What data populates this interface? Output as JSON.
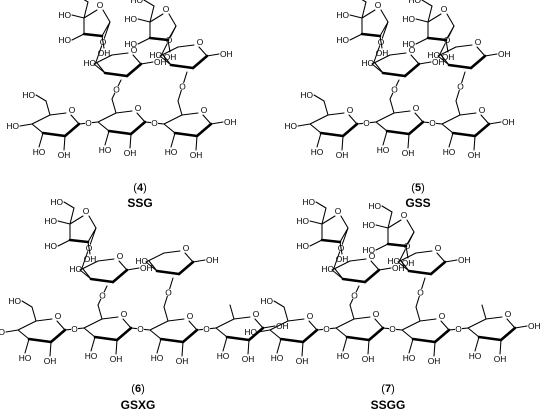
{
  "compounds": [
    {
      "number": "4",
      "name": "SSG"
    },
    {
      "number": "5",
      "name": "GSS"
    },
    {
      "number": "6",
      "name": "GSXG"
    },
    {
      "number": "7",
      "name": "SSGG"
    }
  ],
  "labels": {
    "oh": "OH",
    "ho": "HO",
    "o": "O"
  }
}
